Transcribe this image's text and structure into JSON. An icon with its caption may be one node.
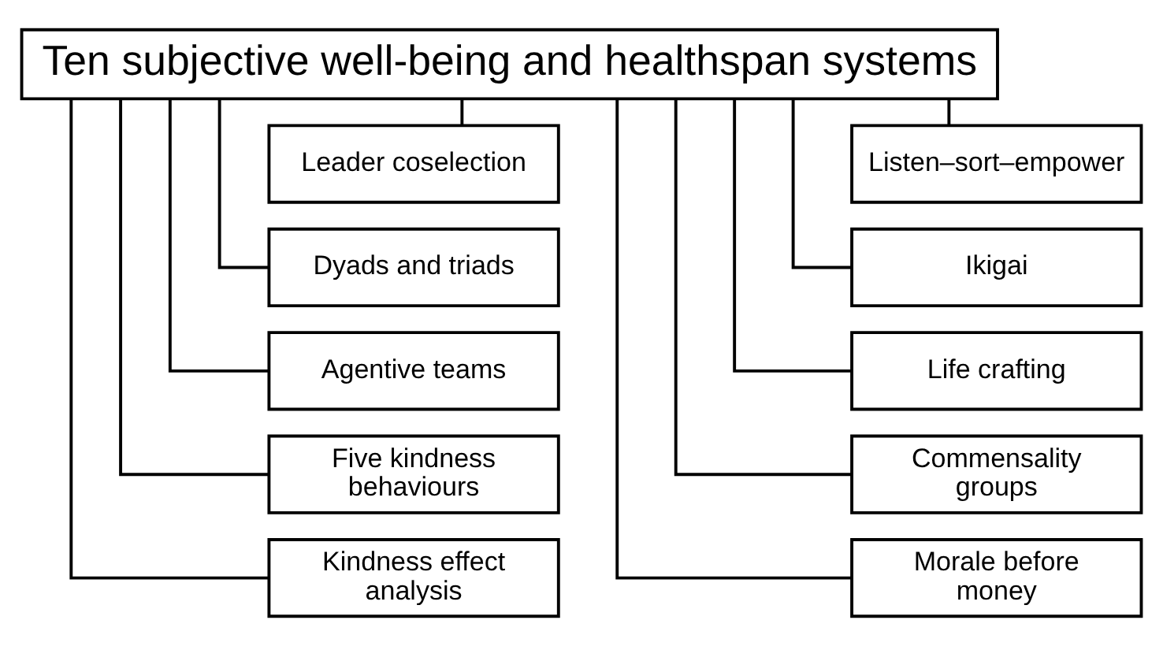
{
  "diagram": {
    "nodes": [
      {
        "text": [
          "Ten subjective well-being and healthspan systems"
        ]
      },
      {
        "text": [
          "Leader coselection"
        ]
      },
      {
        "text": [
          "Dyads and triads"
        ]
      },
      {
        "text": [
          "Agentive teams"
        ]
      },
      {
        "text": [
          "Five kindness behaviours"
        ]
      },
      {
        "text": [
          "Kindness effect analysis"
        ]
      },
      {
        "text": [
          "Listen–sort–empower"
        ]
      },
      {
        "text": [
          "Ikigai"
        ]
      },
      {
        "text": [
          "Life crafting"
        ]
      },
      {
        "text": [
          "Commensality groups"
        ]
      },
      {
        "text": [
          "Morale before money"
        ]
      }
    ],
    "edges": [
      {
        "from": 0,
        "to": 1,
        "arrow": "none"
      },
      {
        "from": 0,
        "to": 2,
        "arrow": "none"
      },
      {
        "from": 0,
        "to": 3,
        "arrow": "none"
      },
      {
        "from": 0,
        "to": 4,
        "arrow": "none"
      },
      {
        "from": 0,
        "to": 5,
        "arrow": "none"
      },
      {
        "from": 0,
        "to": 6,
        "arrow": "none"
      },
      {
        "from": 0,
        "to": 7,
        "arrow": "none"
      },
      {
        "from": 0,
        "to": 8,
        "arrow": "none"
      },
      {
        "from": 0,
        "to": 9,
        "arrow": "none"
      },
      {
        "from": 0,
        "to": 10,
        "arrow": "none"
      }
    ]
  }
}
